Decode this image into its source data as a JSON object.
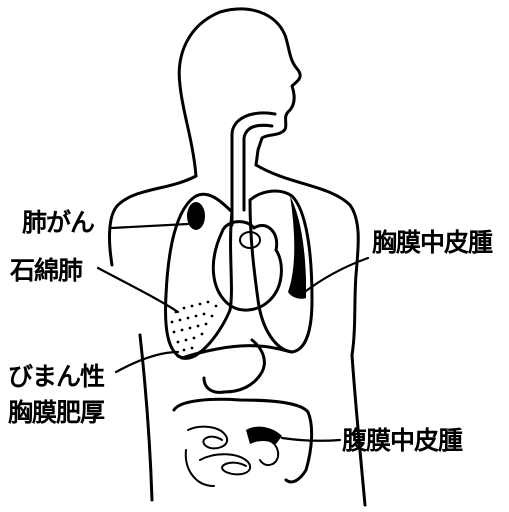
{
  "labels": {
    "lung_cancer": "肺がん",
    "asbestosis": "石綿肺",
    "pleural_thickening_line1": "びまん性",
    "pleural_thickening_line2": "胸膜肥厚",
    "pleural_mesothelioma": "胸膜中皮腫",
    "peritoneal_mesothelioma": "腹膜中皮腫"
  }
}
